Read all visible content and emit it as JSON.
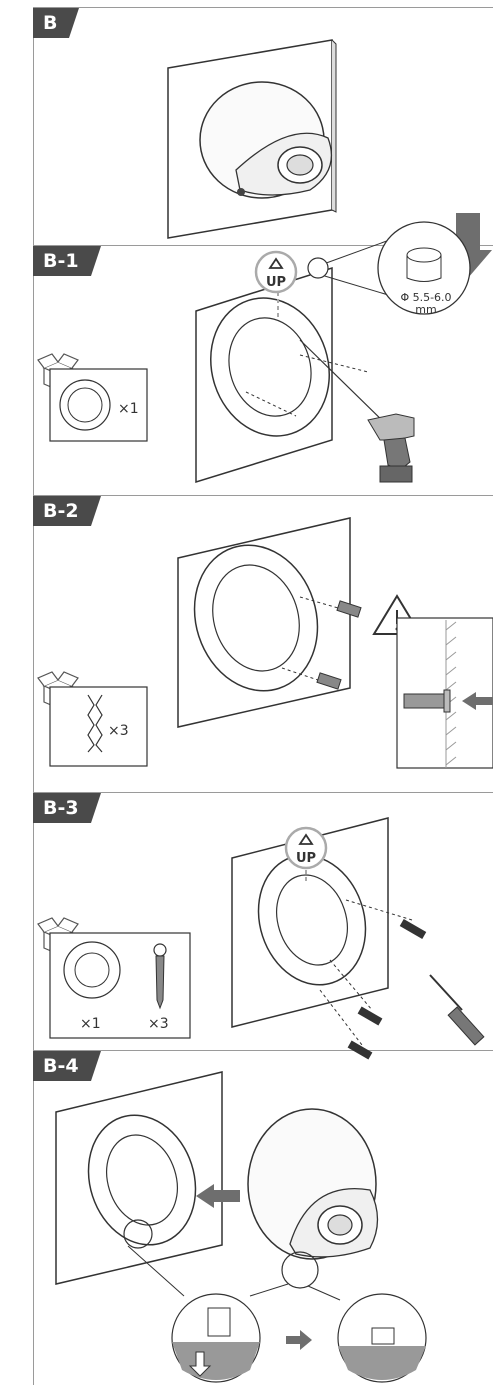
{
  "steps": [
    {
      "id": "B"
    },
    {
      "id": "B-1"
    },
    {
      "id": "B-2"
    },
    {
      "id": "B-3"
    },
    {
      "id": "B-4"
    }
  ],
  "labels": {
    "up_1": "UP",
    "drill_diameter": "Φ 5.5-6.0",
    "drill_unit": "mm",
    "qty_bracket_b1": "×1",
    "qty_anchor_b2": "×3",
    "qty_bracket_b3": "×1",
    "qty_screw_b3": "×3",
    "up_3": "UP"
  },
  "icons": [
    "box-icon",
    "warning-icon",
    "arrow-down-icon",
    "arrow-left-icon",
    "drill-icon",
    "screwdriver-icon"
  ]
}
